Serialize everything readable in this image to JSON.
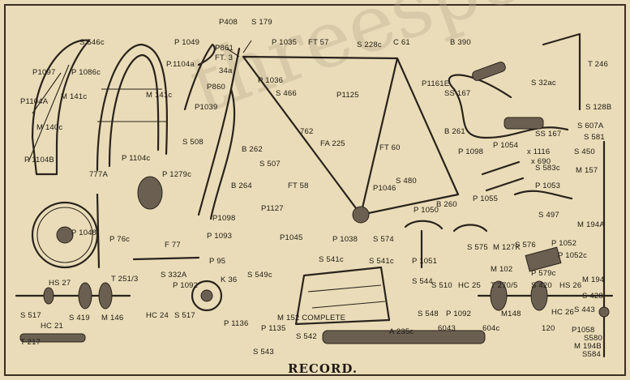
{
  "title": "RECORD.",
  "watermark": "threespeed.co.uk",
  "colors": {
    "paper": "#eadcb8",
    "ink": "#2a231c",
    "watermark": "#b9a98c"
  },
  "labels": [
    {
      "id": "p408",
      "text": "P408"
    },
    {
      "id": "s179",
      "text": "S 179"
    },
    {
      "id": "s546c",
      "text": "S 546c"
    },
    {
      "id": "p1086c",
      "text": "P 1086c"
    },
    {
      "id": "p1097",
      "text": "P1097"
    },
    {
      "id": "p1104a",
      "text": "P1104A"
    },
    {
      "id": "m141c",
      "text": "M 141c"
    },
    {
      "id": "m140c",
      "text": "M 140c"
    },
    {
      "id": "p1104b",
      "text": "P 1104B"
    },
    {
      "id": "p1049",
      "text": "P 1049"
    },
    {
      "id": "p1104a2",
      "text": "P.1104a"
    },
    {
      "id": "p861",
      "text": "P861"
    },
    {
      "id": "ft3",
      "text": "FT. 3"
    },
    {
      "id": "s34a",
      "text": "34a"
    },
    {
      "id": "p1035",
      "text": "P 1035"
    },
    {
      "id": "ft57",
      "text": "FT 57"
    },
    {
      "id": "s228c",
      "text": "S 228c"
    },
    {
      "id": "c61",
      "text": "C 61"
    },
    {
      "id": "b390",
      "text": "B 390"
    },
    {
      "id": "t246",
      "text": "T 246"
    },
    {
      "id": "p860",
      "text": "P860"
    },
    {
      "id": "p1036",
      "text": "P 1036"
    },
    {
      "id": "s466",
      "text": "S 466"
    },
    {
      "id": "p1125",
      "text": "P1125"
    },
    {
      "id": "p1161e",
      "text": "P1161E"
    },
    {
      "id": "ss167a",
      "text": "SS 167"
    },
    {
      "id": "s32ac",
      "text": "S 32ac"
    },
    {
      "id": "s128b",
      "text": "S 128B"
    },
    {
      "id": "p1039",
      "text": "P1039"
    },
    {
      "id": "p1104c",
      "text": "P 1104c"
    },
    {
      "id": "m141c2",
      "text": "M 141c"
    },
    {
      "id": "ss167b",
      "text": "SS 167"
    },
    {
      "id": "s607a",
      "text": "S 607A"
    },
    {
      "id": "s508",
      "text": "S 508"
    },
    {
      "id": "b262",
      "text": "B 262"
    },
    {
      "id": "n762",
      "text": "762"
    },
    {
      "id": "fa225",
      "text": "FA 225"
    },
    {
      "id": "ft60",
      "text": "FT 60"
    },
    {
      "id": "b261",
      "text": "B 261"
    },
    {
      "id": "p1054",
      "text": "P 1054"
    },
    {
      "id": "s581",
      "text": "S 581"
    },
    {
      "id": "s450",
      "text": "S 450"
    },
    {
      "id": "m157",
      "text": "M 157"
    },
    {
      "id": "s1116",
      "text": "x 1116"
    },
    {
      "id": "x690",
      "text": "x 690"
    },
    {
      "id": "s583c",
      "text": "S 583c"
    },
    {
      "id": "p1098a",
      "text": "P 1098"
    },
    {
      "id": "s507",
      "text": "S 507"
    },
    {
      "id": "n777a",
      "text": "777A"
    },
    {
      "id": "p1279c",
      "text": "P 1279c"
    },
    {
      "id": "ft58",
      "text": "FT 58"
    },
    {
      "id": "s480",
      "text": "S 480"
    },
    {
      "id": "b264",
      "text": "B 264"
    },
    {
      "id": "p1046",
      "text": "P1046"
    },
    {
      "id": "b260",
      "text": "B 260"
    },
    {
      "id": "p1055",
      "text": "P 1055"
    },
    {
      "id": "p1053",
      "text": "P 1053"
    },
    {
      "id": "p1127",
      "text": "P1127"
    },
    {
      "id": "p1048",
      "text": "P 1048"
    },
    {
      "id": "p76c",
      "text": "P 76c"
    },
    {
      "id": "p1098b",
      "text": "P1098"
    },
    {
      "id": "p1093",
      "text": "P 1093"
    },
    {
      "id": "p1045",
      "text": "P1045"
    },
    {
      "id": "p1038",
      "text": "P 1038"
    },
    {
      "id": "s574",
      "text": "S 574"
    },
    {
      "id": "p1050",
      "text": "P 1050"
    },
    {
      "id": "s575",
      "text": "S 575"
    },
    {
      "id": "m127k",
      "text": "M 127K"
    },
    {
      "id": "s576",
      "text": "S 576"
    },
    {
      "id": "s497",
      "text": "S 497"
    },
    {
      "id": "m194a",
      "text": "M 194A"
    },
    {
      "id": "f77",
      "text": "F 77"
    },
    {
      "id": "p95",
      "text": "P 95"
    },
    {
      "id": "s541c_a",
      "text": "S 541c"
    },
    {
      "id": "s541c_b",
      "text": "S 541c"
    },
    {
      "id": "p1051",
      "text": "P 1051"
    },
    {
      "id": "p1052",
      "text": "P 1052"
    },
    {
      "id": "p1052c",
      "text": "P 1052c"
    },
    {
      "id": "m102",
      "text": "M 102"
    },
    {
      "id": "p579c",
      "text": "P 579c"
    },
    {
      "id": "m194",
      "text": "M 194"
    },
    {
      "id": "s332a",
      "text": "S 332A"
    },
    {
      "id": "hs27",
      "text": "HS 27"
    },
    {
      "id": "t251",
      "text": "T 251/3"
    },
    {
      "id": "p1092a",
      "text": "P 1092"
    },
    {
      "id": "k36",
      "text": "K 36"
    },
    {
      "id": "s549c",
      "text": "S 549c"
    },
    {
      "id": "s544",
      "text": "S 544"
    },
    {
      "id": "s510",
      "text": "S 510"
    },
    {
      "id": "hc25",
      "text": "HC 25"
    },
    {
      "id": "t270",
      "text": "T 270/5"
    },
    {
      "id": "s420",
      "text": "S 420"
    },
    {
      "id": "hs26",
      "text": "HS 26"
    },
    {
      "id": "s428",
      "text": "S 428"
    },
    {
      "id": "s517a",
      "text": "S 517"
    },
    {
      "id": "hc21",
      "text": "HC 21"
    },
    {
      "id": "s419",
      "text": "S 419"
    },
    {
      "id": "m146",
      "text": "M 146"
    },
    {
      "id": "hc24",
      "text": "HC 24"
    },
    {
      "id": "s517b",
      "text": "S 517"
    },
    {
      "id": "m152",
      "text": "M 152 COMPLETE"
    },
    {
      "id": "s548",
      "text": "S 548"
    },
    {
      "id": "p1092b",
      "text": "P 1092"
    },
    {
      "id": "m148",
      "text": "M148"
    },
    {
      "id": "hc26",
      "text": "HC 26"
    },
    {
      "id": "s443",
      "text": "S 443"
    },
    {
      "id": "p1136",
      "text": "P 1136"
    },
    {
      "id": "p1135",
      "text": "P 1135"
    },
    {
      "id": "s542",
      "text": "S 542"
    },
    {
      "id": "a235c",
      "text": "A 235c"
    },
    {
      "id": "n6043",
      "text": "6043"
    },
    {
      "id": "n604c",
      "text": "604c"
    },
    {
      "id": "n120",
      "text": "120"
    },
    {
      "id": "p1058",
      "text": "P1058"
    },
    {
      "id": "s580",
      "text": "S580"
    },
    {
      "id": "m194b",
      "text": "M 194B"
    },
    {
      "id": "s584",
      "text": "S584"
    },
    {
      "id": "t217",
      "text": "T 217"
    },
    {
      "id": "s543",
      "text": "S 543"
    }
  ]
}
